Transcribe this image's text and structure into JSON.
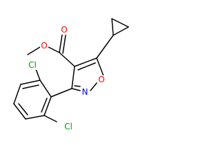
{
  "molecule": {
    "atoms": {
      "carbonyl_oxygen": {
        "text": "O",
        "color": "#ff0000"
      },
      "ester_oxygen": {
        "text": "O",
        "color": "#ff0000"
      },
      "ring_oxygen": {
        "text": "O",
        "color": "#ff0000"
      },
      "ring_nitrogen": {
        "text": "N",
        "color": "#0000ff"
      },
      "chlorine_top": {
        "text": "Cl",
        "color": "#00a000"
      },
      "chlorine_bottom": {
        "text": "Cl",
        "color": "#00a000"
      }
    }
  }
}
